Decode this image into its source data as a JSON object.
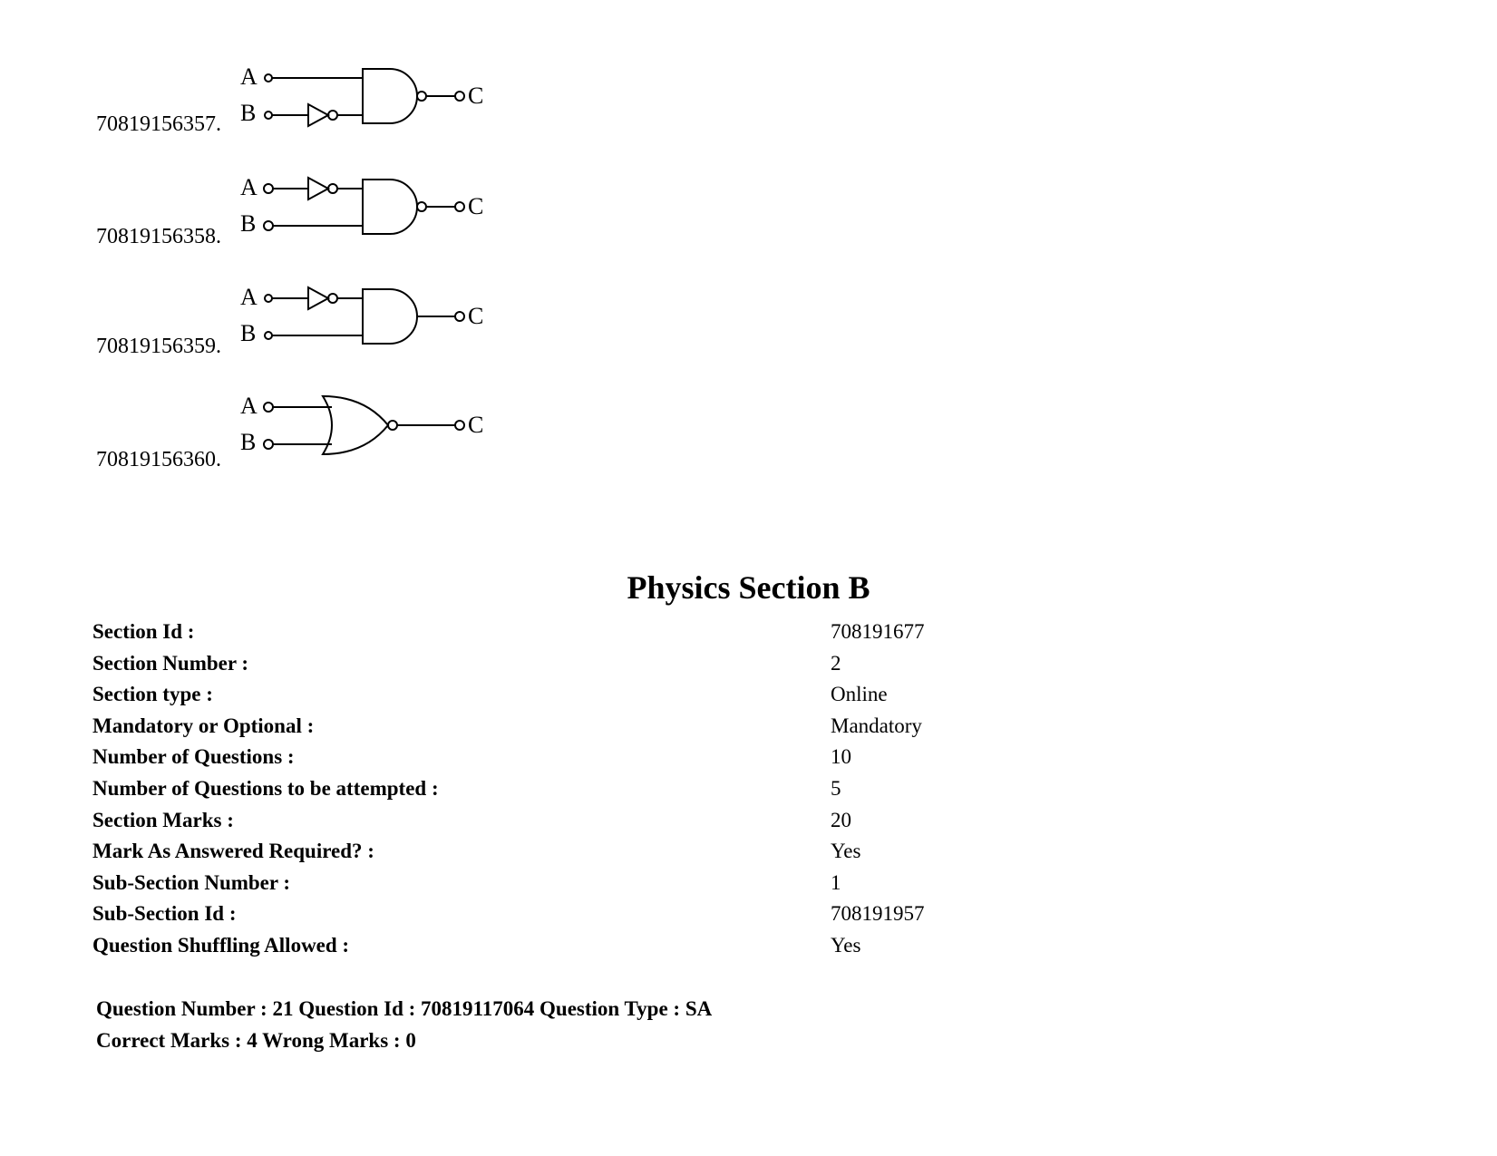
{
  "options": [
    {
      "id": "70819156357.",
      "gate": "and-bubbled-output-notB"
    },
    {
      "id": "70819156358.",
      "gate": "and-bubbled-output-notA"
    },
    {
      "id": "70819156359.",
      "gate": "and-notA"
    },
    {
      "id": "70819156360.",
      "gate": "or-bubbled-output"
    }
  ],
  "gate_labels": {
    "a": "A",
    "b": "B",
    "c": "C"
  },
  "section": {
    "title": "Physics Section B",
    "rows": [
      {
        "label": "Section Id :",
        "value": "708191677"
      },
      {
        "label": "Section Number :",
        "value": "2"
      },
      {
        "label": "Section type :",
        "value": "Online"
      },
      {
        "label": "Mandatory or Optional :",
        "value": "Mandatory"
      },
      {
        "label": "Number of Questions :",
        "value": "10"
      },
      {
        "label": "Number of Questions to be attempted :",
        "value": "5"
      },
      {
        "label": "Section Marks :",
        "value": "20"
      },
      {
        "label": "Mark As Answered Required? :",
        "value": "Yes"
      },
      {
        "label": "Sub-Section Number :",
        "value": "1"
      },
      {
        "label": "Sub-Section Id :",
        "value": "708191957"
      },
      {
        "label": "Question Shuffling Allowed :",
        "value": "Yes"
      }
    ]
  },
  "question": {
    "line1": "Question Number : 21 Question Id : 70819117064 Question Type : SA",
    "line2": "Correct Marks : 4 Wrong Marks : 0"
  }
}
